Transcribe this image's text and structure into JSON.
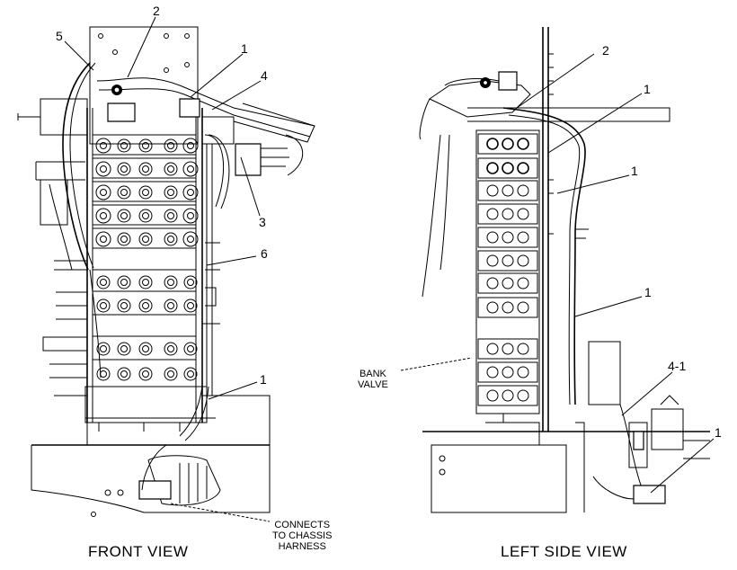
{
  "callouts": {
    "front_5": "5",
    "front_2": "2",
    "front_1_top": "1",
    "front_4": "4",
    "front_3": "3",
    "front_6": "6",
    "front_1_bottom": "1",
    "side_2": "2",
    "side_1_a": "1",
    "side_1_b": "1",
    "side_1_c": "1",
    "side_4_1": "4-1",
    "side_1_d": "1"
  },
  "notes": {
    "bank_valve": "BANK\nVALVE",
    "connects": "CONNECTS\nTO CHASSIS\nHARNESS"
  },
  "captions": {
    "front_view": "FRONT VIEW",
    "left_side_view": "LEFT SIDE VIEW"
  }
}
